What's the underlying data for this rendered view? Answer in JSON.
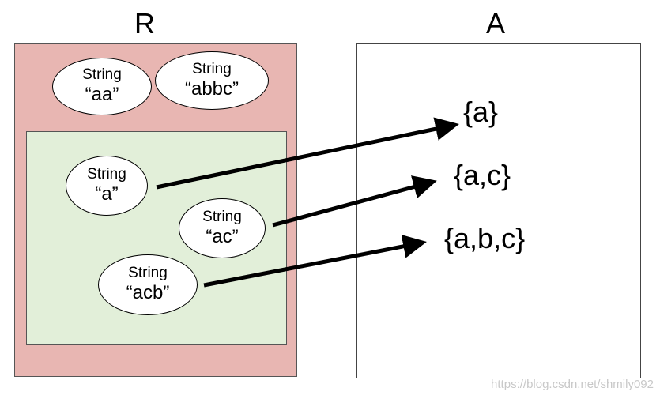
{
  "sets": {
    "r_label": "R",
    "a_label": "A"
  },
  "objects": [
    {
      "kind": "String",
      "value": "“aa”"
    },
    {
      "kind": "String",
      "value": "“abbc”"
    },
    {
      "kind": "String",
      "value": "“a”"
    },
    {
      "kind": "String",
      "value": "“ac”"
    },
    {
      "kind": "String",
      "value": "“acb”"
    }
  ],
  "targets": [
    "{a}",
    "{a,c}",
    "{a,b,c}"
  ],
  "watermark": "https://blog.csdn.net/shmily092",
  "colors": {
    "set_r": "#e8b6b2",
    "subset": "#e2efd9",
    "set_a": "#ffffff",
    "arrow": "#000000"
  }
}
